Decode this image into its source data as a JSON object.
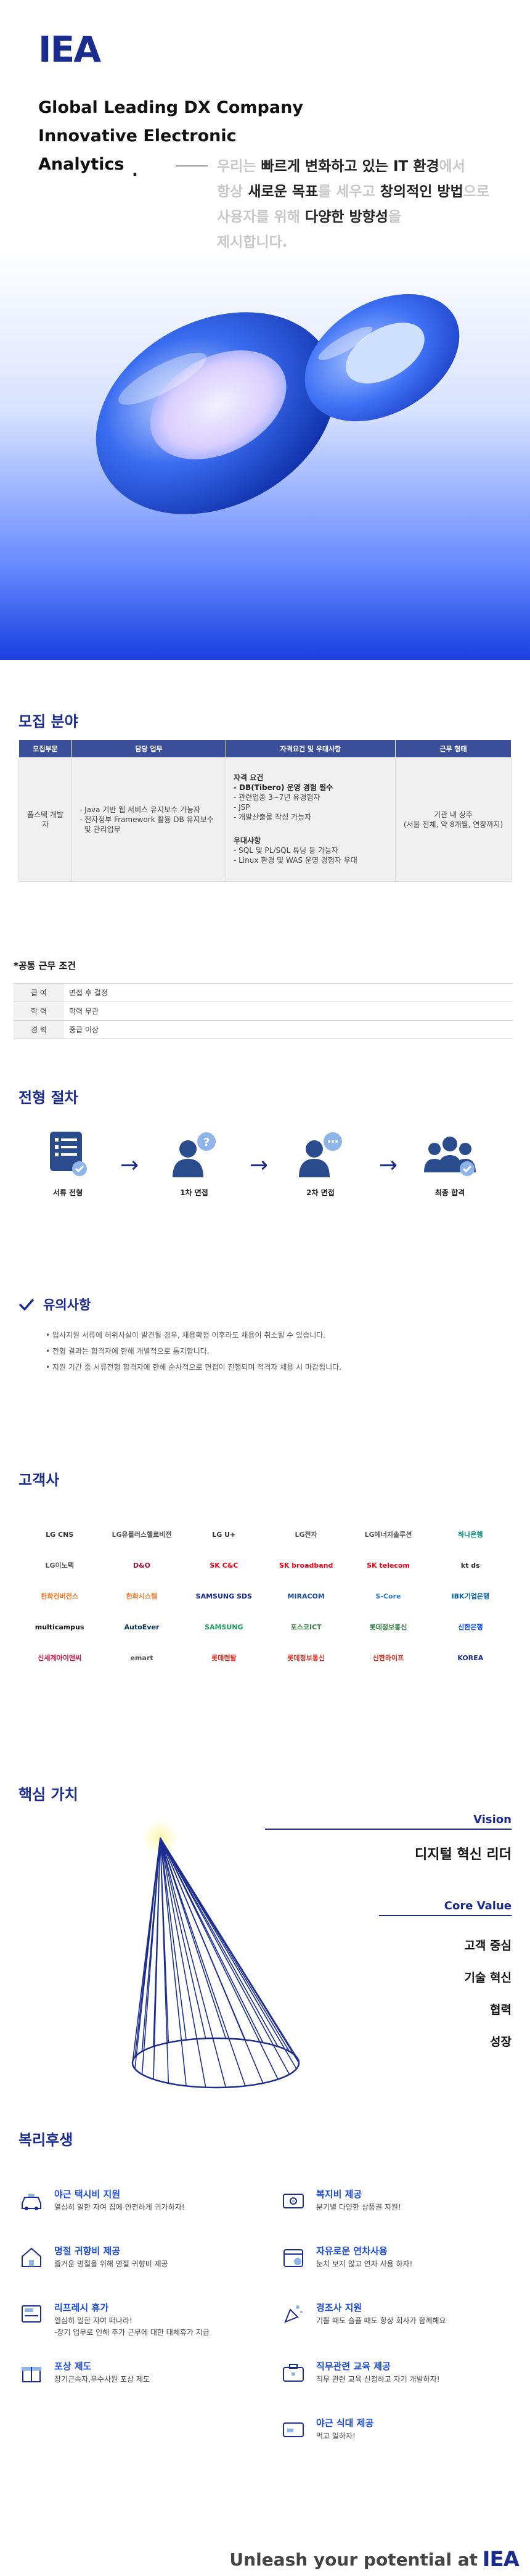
{
  "brand": {
    "logo": "IEA",
    "accent": "#1b2c8f",
    "highlight": "#1b4bdc"
  },
  "hero": {
    "title_lines": [
      "Global Leading DX Company",
      "Innovative Electronic",
      "Analytics"
    ],
    "title_dot": ".",
    "copy": [
      [
        {
          "t": "우리는 ",
          "d": false
        },
        {
          "t": "빠르게 변화하고 있는 IT 환경",
          "d": true
        },
        {
          "t": "에서",
          "d": false
        }
      ],
      [
        {
          "t": "항상 ",
          "d": false
        },
        {
          "t": "새로운 목표",
          "d": true
        },
        {
          "t": "를 세우고 ",
          "d": false
        },
        {
          "t": "창의적인 방법",
          "d": true
        },
        {
          "t": "으로",
          "d": false
        }
      ],
      [
        {
          "t": "사용자를 위해 ",
          "d": false
        },
        {
          "t": "다양한 방향성",
          "d": true
        },
        {
          "t": "을",
          "d": false
        }
      ],
      [
        {
          "t": "제시합니다.",
          "d": false
        }
      ]
    ]
  },
  "recruit": {
    "title": "모집 분야",
    "headers": [
      "모집부문",
      "담당 업무",
      "자격요건 및 우대사항",
      "근무 형태"
    ],
    "row": {
      "division": "풀스택 개발자",
      "duties": [
        "- Java 기반 웹 서비스 유지보수 가능자",
        "- 전자정부 Framework 활용 DB 유지보수",
        "  및 관리업무"
      ],
      "req_title": "자격 요건",
      "req_strong": "- DB(Tibero) 운영 경험 필수",
      "req_items": [
        "- 관련업종 3~7년 유경험자",
        "- JSP",
        "- 개발산출물 작성 가능자"
      ],
      "pref_title": "우대사항",
      "pref_items": [
        "- SQL 및 PL/SQL 튜닝 등 가능자",
        "- Linux 환경 및 WAS 운영 경험자 우대"
      ],
      "work": [
        "기관 내 상주",
        "(서울 전체, 약 8개월, 연장까지)"
      ]
    }
  },
  "common": {
    "title": "*공통 근무 조건",
    "rows": [
      {
        "k": "급 여",
        "v": "면접 후 결정"
      },
      {
        "k": "학 력",
        "v": "학력 무관"
      },
      {
        "k": "경 력",
        "v": "중급 이상"
      }
    ]
  },
  "process": {
    "title": "전형 절차",
    "steps": [
      "서류 전형",
      "1차 면접",
      "2차 면접",
      "최종 합격"
    ]
  },
  "notes": {
    "title": "유의사항",
    "items": [
      "입사지원 서류에 허위사실이 발견될 경우, 채용확정 이후라도 채용이 취소될 수 있습니다.",
      "전형 결과는 합격자에 한해 개별적으로 통지합니다.",
      "지원 기간 중 서류전형 합격자에 한해 순차적으로 면접이 진행되며 적격자 채용 시 마감됩니다."
    ]
  },
  "clients": {
    "title": "고객사",
    "logos": [
      {
        "name": "LG CNS",
        "color": "#333"
      },
      {
        "name": "LG유플러스헬로비전",
        "color": "#555"
      },
      {
        "name": "LG U+",
        "color": "#333"
      },
      {
        "name": "LG전자",
        "color": "#555"
      },
      {
        "name": "LG에너지솔루션",
        "color": "#555"
      },
      {
        "name": "하나은행",
        "color": "#008c7a"
      },
      {
        "name": "LG이노텍",
        "color": "#555"
      },
      {
        "name": "D&O",
        "color": "#a4123f"
      },
      {
        "name": "SK C&C",
        "color": "#e60012"
      },
      {
        "name": "SK broadband",
        "color": "#e60012"
      },
      {
        "name": "SK telecom",
        "color": "#e60012"
      },
      {
        "name": "kt ds",
        "color": "#222"
      },
      {
        "name": "한화컨버전스",
        "color": "#f37321"
      },
      {
        "name": "한화시스템",
        "color": "#f37321"
      },
      {
        "name": "SAMSUNG SDS",
        "color": "#1428a0"
      },
      {
        "name": "MIRACOM",
        "color": "#1a4fa0"
      },
      {
        "name": "S-Core",
        "color": "#2a7bd6"
      },
      {
        "name": "IBK기업은행",
        "color": "#0061b0"
      },
      {
        "name": "multicampus",
        "color": "#111"
      },
      {
        "name": "AutoEver",
        "color": "#002c5f"
      },
      {
        "name": "SAMSUNG",
        "color": "#1b9e5e"
      },
      {
        "name": "포스코ICT",
        "color": "#2f7a3d"
      },
      {
        "name": "롯데정보통신",
        "color": "#2f7a3d"
      },
      {
        "name": "신한은행",
        "color": "#0046ff"
      },
      {
        "name": "신세계아이앤씨",
        "color": "#d31145"
      },
      {
        "name": "emart",
        "color": "#555"
      },
      {
        "name": "롯데렌탈",
        "color": "#da291c"
      },
      {
        "name": "롯데정보통신",
        "color": "#da291c"
      },
      {
        "name": "신한라이프",
        "color": "#da291c"
      },
      {
        "name": "KOREA",
        "color": "#1b2c8f"
      }
    ]
  },
  "values": {
    "title": "핵심 가치",
    "vision_label": "Vision",
    "vision_text": "디지털 혁신 리더",
    "core_label": "Core Value",
    "core_items": [
      "고객 중심",
      "기술 혁신",
      "협력",
      "성장"
    ]
  },
  "welfare": {
    "title": "복리후생",
    "items": [
      {
        "icon": "taxi-icon",
        "title": "야근 택시비 지원",
        "desc": [
          "열심히 일한 자여 집에 안전하게 귀가하자!"
        ]
      },
      {
        "icon": "wallet-icon",
        "title": "복지비 제공",
        "desc": [
          "분기별 다양한 상품권 지원!"
        ]
      },
      {
        "icon": "home-icon",
        "title": "명절 귀향비 제공",
        "desc": [
          "즐거운 명절을 위해 명절 귀향비 제공"
        ]
      },
      {
        "icon": "calendar-icon",
        "title": "자유로운 연차사용",
        "desc": [
          "눈치 보지 않고 연차 사용 하자!"
        ]
      },
      {
        "icon": "refresh-leave-icon",
        "title": "리프레시 휴가",
        "desc": [
          "열심히 일한 자여 떠나라!",
          "-장기 업무로 인해 추가 근무에 대한 대체휴가 지급"
        ]
      },
      {
        "icon": "celebration-icon",
        "title": "경조사 지원",
        "desc": [
          "기쁠 때도 슬플 때도 항상 회사가 함께해요"
        ]
      },
      {
        "icon": "gift-icon",
        "title": "포상 제도",
        "desc": [
          "장기근속자,우수사원 포상 제도"
        ]
      },
      {
        "icon": "briefcase-icon",
        "title": "직무관련 교육 제공",
        "desc": [
          "직무 관련 교육 신청하고 자기 개발하자!"
        ]
      },
      {
        "icon": "",
        "title": "",
        "desc": []
      },
      {
        "icon": "meal-card-icon",
        "title": "야근 식대 제공",
        "desc": [
          "먹고 일하자!"
        ]
      }
    ]
  },
  "footer": {
    "text": "Unleash your potential at",
    "logo": "IEA"
  }
}
